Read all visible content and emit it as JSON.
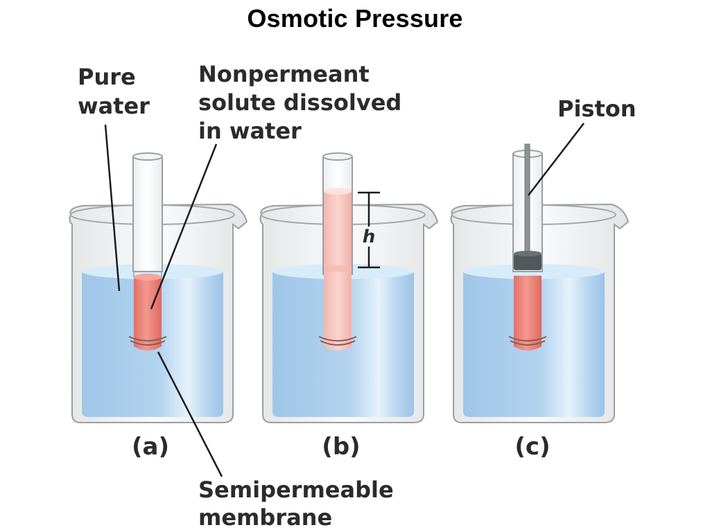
{
  "title": "Osmotic Pressure",
  "labels": {
    "pure_water": [
      "Pure",
      "water"
    ],
    "solute": [
      "Nonpermeant",
      "solute dissolved",
      "in water"
    ],
    "piston": "Piston",
    "membrane": [
      "Semipermeable",
      "membrane"
    ],
    "height": "h"
  },
  "panels": [
    {
      "label": "(a)"
    },
    {
      "label": "(b)"
    },
    {
      "label": "(c)"
    }
  ],
  "colors": {
    "water": "#a9cdea",
    "solution": "#ef8b80",
    "solution_light": "#f8c7c1",
    "piston": "#555a5c"
  }
}
